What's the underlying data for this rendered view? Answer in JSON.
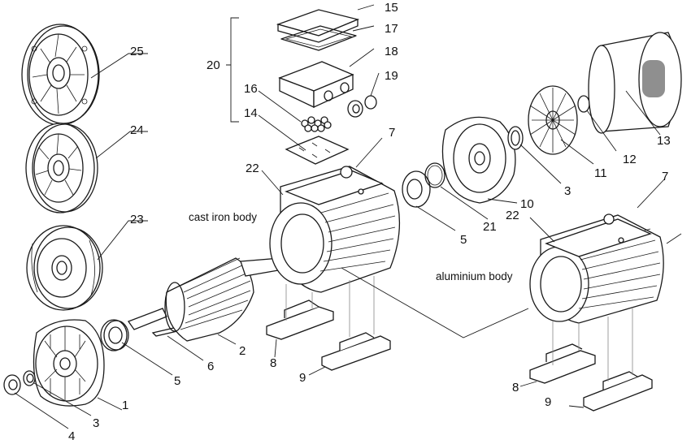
{
  "labels": {
    "cast_iron_body": "cast iron body",
    "aluminium_body": "aluminium body"
  },
  "part_numbers": {
    "p1": "1",
    "p2": "2",
    "p3a": "3",
    "p3b": "3",
    "p4": "4",
    "p5a": "5",
    "p5b": "5",
    "p6": "6",
    "p7a": "7",
    "p7b": "7",
    "p8a": "8",
    "p8b": "8",
    "p9a": "9",
    "p9b": "9",
    "p10": "10",
    "p11": "11",
    "p12": "12",
    "p13": "13",
    "p14": "14",
    "p15": "15",
    "p16": "16",
    "p17": "17",
    "p18": "18",
    "p19": "19",
    "p20": "20",
    "p21": "21",
    "p22a": "22",
    "p22b": "22",
    "p23": "23",
    "p24": "24",
    "p25": "25"
  },
  "colors": {
    "line": "#1a1a1a",
    "background": "#ffffff"
  }
}
